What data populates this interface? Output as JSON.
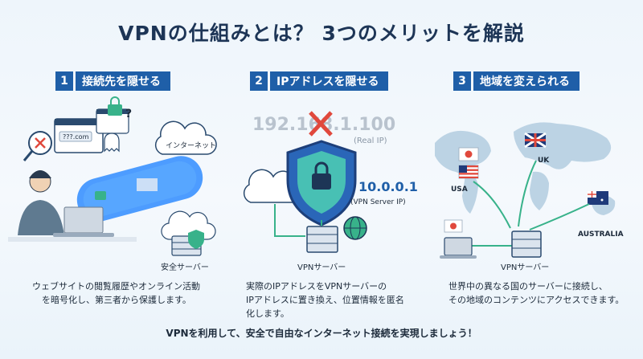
{
  "title": "VPNの仕組みとは？ 3つのメリットを解説",
  "sections": [
    {
      "number": "1",
      "heading": "接続先を隠せる",
      "url_text": "???.com",
      "question_mark": "?",
      "internet_label": "インターネット",
      "server_label": "安全サーバー",
      "description_lines": [
        "ウェブサイトの閲覧履歴やオンライン活動",
        "を暗号化し、第三者から保護します。"
      ]
    },
    {
      "number": "2",
      "heading": "IPアドレスを隠せる",
      "real_ip": "192.168.1.100",
      "real_ip_label": "(Real IP)",
      "vpn_ip": "10.0.0.1",
      "vpn_ip_label": "(VPN Server IP)",
      "server_label": "VPNサーバー",
      "description_lines": [
        "実際のIPアドレスをVPNサーバーの",
        "IPアドレスに置き換え、位置情報を匿名",
        "化します。"
      ]
    },
    {
      "number": "3",
      "heading": "地域を変えられる",
      "region_usa": "USA",
      "region_uk": "UK",
      "region_australia": "AUSTRALIA",
      "server_label": "VPNサーバー",
      "description_lines": [
        "世界中の異なる国のサーバーに接続し、",
        "その地域のコンテンツにアクセスできます。"
      ]
    }
  ],
  "footer": "VPNを利用して、安全で自由なインターネット接続を実現しましょう！",
  "colors": {
    "badge": "#1f5fa8",
    "tunnel": "#2f8cff",
    "shield": "#2a66b8",
    "accent_green": "#38b28a",
    "danger": "#e0483c"
  }
}
